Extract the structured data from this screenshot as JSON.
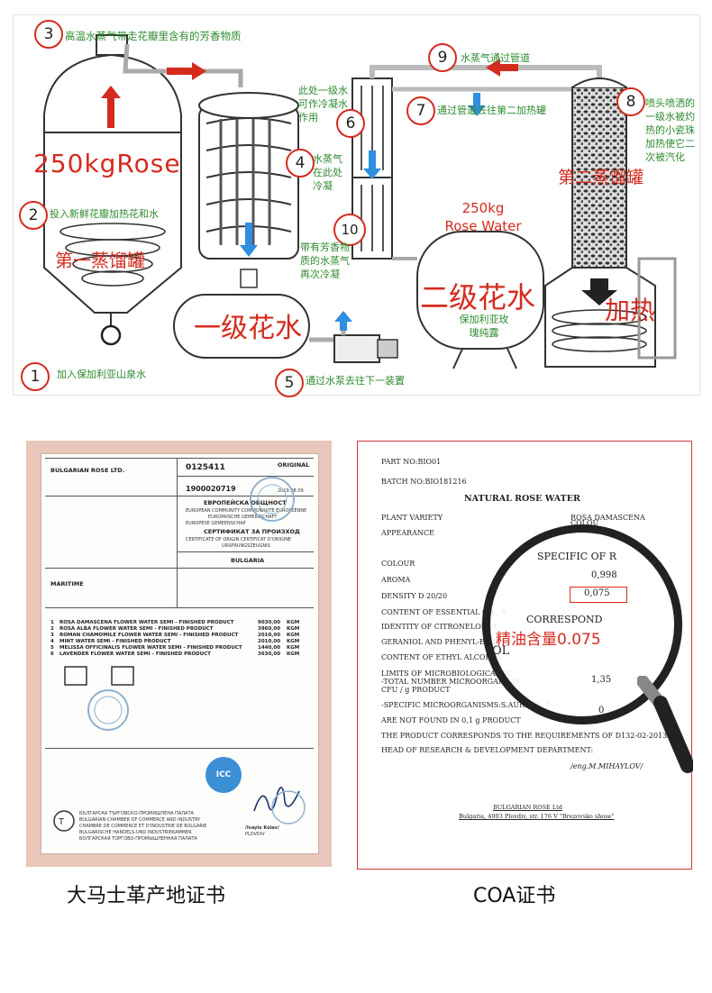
{
  "diagram": {
    "labels": {
      "step1": "加入保加利亚山泉水",
      "step2": "投入新鲜花瓣加热花和水",
      "step3": "高温水蒸气带走花瓣里含有的芳香物质",
      "step4": "水蒸气在此处冷凝",
      "step5": "通过水泵去往下一装置",
      "step6": "此处一级水可作冷凝水作用",
      "step7": "通过管道去往第二加热罐",
      "step8": "喷头喷洒的一级水被灼热的小瓷珠加热使它二次被汽化",
      "step9": "水蒸气通过管道",
      "step10": "带有芳香物质的水蒸气再次冷凝"
    },
    "numbers": [
      "1",
      "2",
      "3",
      "4",
      "5",
      "6",
      "7",
      "8",
      "9",
      "10"
    ],
    "big": {
      "rose": "250kgRose",
      "tank1": "第一蒸馏罐",
      "hydrosol1": "一级花水",
      "rose_water": "250kg Rose Water",
      "hydrosol2": "二级花水",
      "bulgaria_pure": "保加利亚玫瑰纯露",
      "tank2": "第二蒸馏罐",
      "heat": "加热"
    }
  },
  "cert1": {
    "company": "BULGARIAN ROSE LTD.",
    "ref_no": "0125411",
    "original": "ORIGINAL",
    "number2": "1900020719",
    "date": "2019.08.09",
    "ec_title": "ЕВРОПЕЙСКА ОБЩНОСТ",
    "ec_en": "EUROPEAN COMMUNITY   COMMUNAUTE EUROPEENNE",
    "ec_de": "EUROPAISCHE GEMEINSCHAFT",
    "ec_es": "EUROPESE GEMEENSCHAP",
    "cert_title": "СЕРТИФИКАТ ЗА ПРОИЗХОД",
    "cert_en": "CERTIFICATE OF ORIGIN    CERTIFICAT D'ORIGINE",
    "cert_de": "URSPRUNGSZEUGNIS",
    "country": "BULGARIA",
    "transport": "MARITIME",
    "items": [
      {
        "n": "1",
        "desc": "ROSA DAMASCENA FLOWER WATER SEMI - FINISHED PRODUCT",
        "qty": "9030,00",
        "unit": "KGM"
      },
      {
        "n": "2",
        "desc": "ROSA ALBA FLOWER WATER SEMI - FINISHED PRODUCT",
        "qty": "3960,00",
        "unit": "KGM"
      },
      {
        "n": "3",
        "desc": "ROMAN CHAMOMILE FLOWER WATER SEMI - FINISHED PRODUCT",
        "qty": "2010,00",
        "unit": "KGM"
      },
      {
        "n": "4",
        "desc": "MINT WATER SEMI - FINISHED PRODUCT",
        "qty": "2010,00",
        "unit": "KGM"
      },
      {
        "n": "5",
        "desc": "MELISSA OFFICINALIS FLOWER WATER SEMI - FINISHED PRODUCT",
        "qty": "1440,00",
        "unit": "KGM"
      },
      {
        "n": "6",
        "desc": "LAVENDER FLOWER WATER SEMI - FINISHED PRODUCT",
        "qty": "3630,00",
        "unit": "KGM"
      }
    ],
    "stamp_icc": "ICC",
    "signer": "/Ivaylo Kolev/",
    "signer2": "PLOVDIV",
    "chamber_bg": "БЪЛГАРСКА ТЪРГОВСКО-ПРОМИШЛЕНА ПАЛАТА",
    "chamber_en": "BULGARIAN CHAMBER OF COMMERCE AND INDUSTRY",
    "chamber_fr": "CHAMBRE DE COMMERCE ET D'INDUSTRIE DE BULGARIE",
    "chamber_de": "BULGARISCHE HANDELS-UND INDUSTRIEKAMMER",
    "chamber_ru": "БОЛГАРСКАЯ ТОРГОВО-ПРОМЫШЛЕННАЯ ПАЛАТА"
  },
  "cert2": {
    "part_no": "PART NO:BIO01",
    "batch_no": "BATCH NO:BIO181216",
    "title": "NATURAL ROSE WATER",
    "plant_variety_label": "PLANT VARIETY",
    "plant_variety_value": "ROSA DAMASCENA",
    "appearance_label": "APPEARANCE",
    "appearance_value": "COLOU",
    "specific": "SPECIFIC OF R",
    "colour": "COLOUR",
    "aroma": "AROMA",
    "aroma_value": "0,998",
    "density_label": "DENSITY D 20/20",
    "density_value": "0,075",
    "essential_oil": "CONTENT OF ESSENTIAL OIL, %",
    "correspond": "CORRESPOND",
    "identity": "IDENTITY OF   CITRONELOL, N",
    "geraniol": "GERANIOL AND PHENYL-ETHY",
    "ethyl": "CONTENT OF   ETHYL ALCOHOL",
    "ol": "OL",
    "annotation": "精油含量0.075",
    "limits": "LIMITS OF MICROBIOLOGICAL PU",
    "total": "-TOTAL NUMBER MICROORGANISM",
    "cfu": "CFU / g PRODUCT",
    "cfu_value": "1,35",
    "specific_micro": "-SPECIFIC MICROORGANISMS:S.AUREUS, P",
    "zero": "0",
    "not_found": "ARE NOT FOUND IN 0,1 g PRODUCT",
    "corresponds_req": "THE PRODUCT CORRESPONDS TO THE REQUIREMENTS OF D132-02-2013",
    "head": "HEAD OF RESEARCH & DEVELOPMENT DEPARTMENT:",
    "signature": "/eng.M.MIHAYLOV/",
    "footer1": "BULGARIAN ROSE Ltd",
    "footer2": "Bulgaria, 4003 Plovdiv, str. 176 V \"Brezovsko shose\""
  },
  "captions": {
    "left": "大马士革产地证书",
    "right": "COA证书"
  },
  "colors": {
    "red": "#d52b1e",
    "green": "#2e8b2e",
    "blue": "#2f8fe0",
    "frame": "#e8c6b9"
  }
}
